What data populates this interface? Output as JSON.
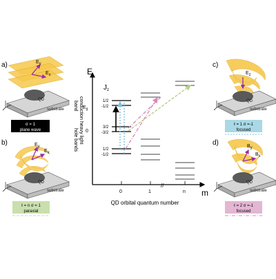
{
  "panels": {
    "a": {
      "label": "a)",
      "field_label": "E",
      "field_sub": "y",
      "field_label2": "E",
      "field_sub2": "x",
      "substrate": "substrate",
      "qd": "QD",
      "caption_line1": "σ = 1",
      "caption_line2": "plane wave",
      "caption_bg": "#000000",
      "caption_fg": "#ffffff"
    },
    "b": {
      "label": "b)",
      "field_label": "E",
      "field_sub": "y",
      "field_label2": "E",
      "field_sub2": "x",
      "substrate": "substrate",
      "qd": "QD",
      "caption_line1": "ℓ = n   σ = 1",
      "caption_line2": "paraxial",
      "caption_bg": "#c9dfae"
    },
    "c": {
      "label": "c)",
      "field_label": "E",
      "field_sub": "z",
      "substrate": "substrate",
      "qd": "QD",
      "caption_line1": "ℓ = 1   σ =-1",
      "caption_line2": "focused",
      "caption_bg": "#a9d8e6"
    },
    "d": {
      "label": "d)",
      "field_label": "B",
      "field_sub": "y",
      "field_label2": "B",
      "field_sub2": "x",
      "substrate": "substrate",
      "qd": "QD",
      "caption_line1": "ℓ = 2   σ =-1",
      "caption_line2": "focused",
      "caption_bg": "#e3b6d2"
    }
  },
  "diagram": {
    "energy_axis": "E",
    "jz_label": "J",
    "jz_sub": "z",
    "eg_label": "E",
    "eg_sub": "g",
    "zero_label": "0",
    "conduction_band": [
      "conduction",
      "band"
    ],
    "hole_bands": [
      "heavy   light",
      "hole bands"
    ],
    "cb_levels": [
      "1/2",
      "-1/2"
    ],
    "hh_levels": [
      "3/2",
      "-3/2"
    ],
    "lh_levels": [
      "1/2",
      "-1/2"
    ],
    "x_ticks": [
      "0",
      "1",
      "n"
    ],
    "x_axis_label": "QD orbital quantum number",
    "m_label": "m",
    "axis_break": "//",
    "colors": {
      "black": "#000000",
      "blue": "#7fbfdc",
      "pink": "#d98ab8",
      "green": "#b7cf8a",
      "orange": "#f4b400"
    }
  }
}
